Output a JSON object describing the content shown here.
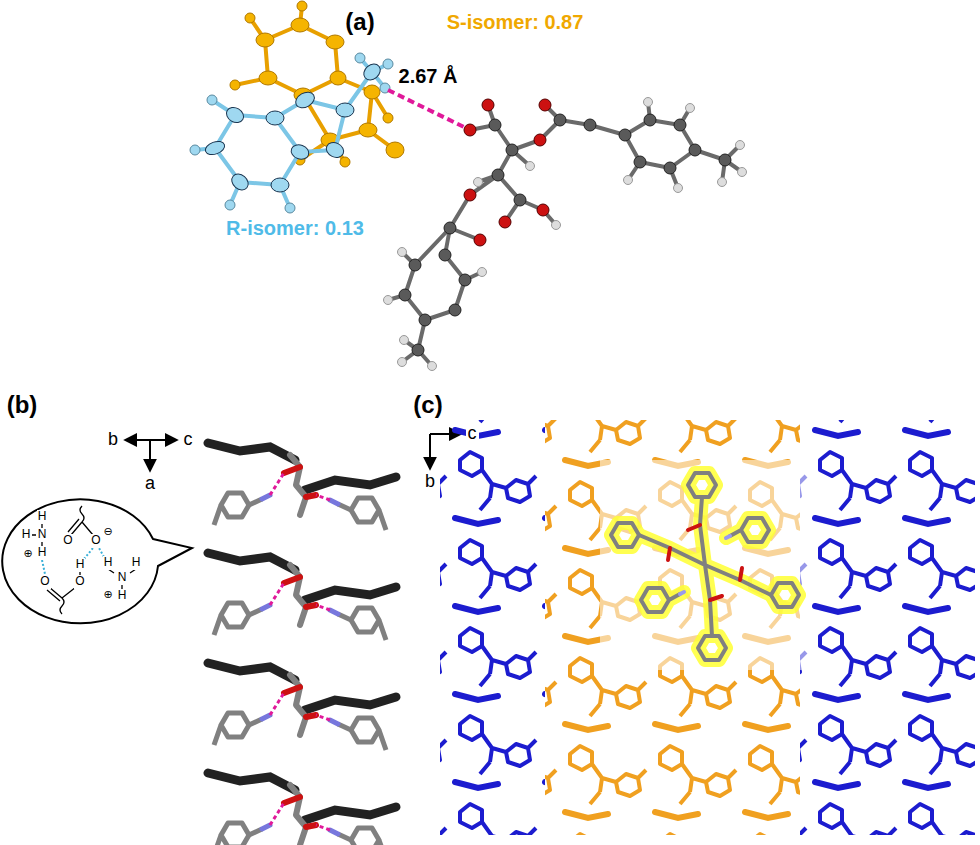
{
  "diagram": {
    "labels": [
      "(a)",
      "S-isomer: 0.87",
      "2.67 Å",
      "R-isomer: 0.13",
      "(b)",
      "b",
      "c",
      "a",
      "H",
      "H",
      "N",
      "H",
      "⊕",
      "O",
      "O",
      "⊖",
      "O",
      "H",
      "O",
      "H",
      "H",
      "N",
      "H",
      "⊕",
      "(c)",
      "c",
      "b"
    ]
  }
}
